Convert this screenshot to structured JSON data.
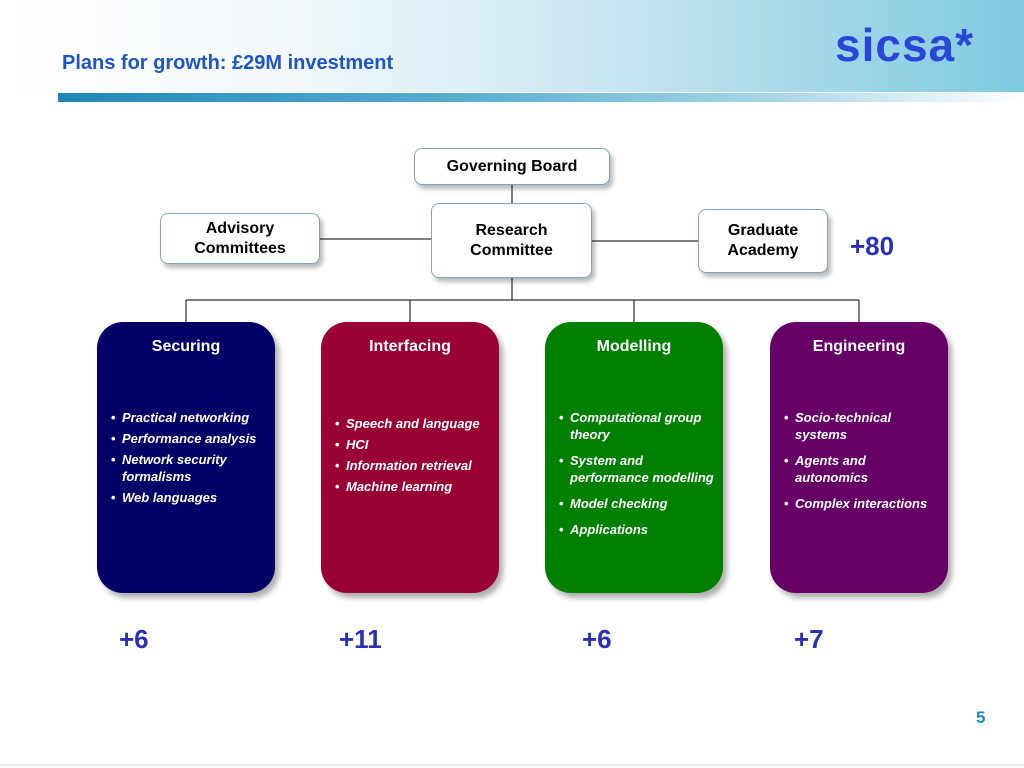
{
  "header": {
    "title": "Plans for growth: £29M investment",
    "logo_text": "sicsa*"
  },
  "org_chart": {
    "governing_board": "Governing Board",
    "advisory_committees": [
      "Advisory",
      "Committees"
    ],
    "research_committee": [
      "Research",
      "Committee"
    ],
    "graduate_academy": [
      "Graduate",
      "Academy"
    ],
    "graduate_academy_count": "+80"
  },
  "themes": [
    {
      "name": "Securing",
      "color": "#000066",
      "items": [
        "Practical networking",
        "Performance analysis",
        "Network security formalisms",
        "Web languages"
      ],
      "count": "+6"
    },
    {
      "name": "Interfacing",
      "color": "#990033",
      "items": [
        "Speech and language",
        "HCI",
        "Information retrieval",
        "Machine learning"
      ],
      "count": "+11"
    },
    {
      "name": "Modelling",
      "color": "#008000",
      "items": [
        "Computational group theory",
        "System and performance modelling",
        "Model checking",
        "Applications"
      ],
      "count": "+6"
    },
    {
      "name": "Engineering",
      "color": "#660066",
      "items": [
        "Socio-technical systems",
        "Agents and autonomics",
        "Complex interactions"
      ],
      "count": "+7"
    }
  ],
  "footer": {
    "page_number": "5"
  }
}
